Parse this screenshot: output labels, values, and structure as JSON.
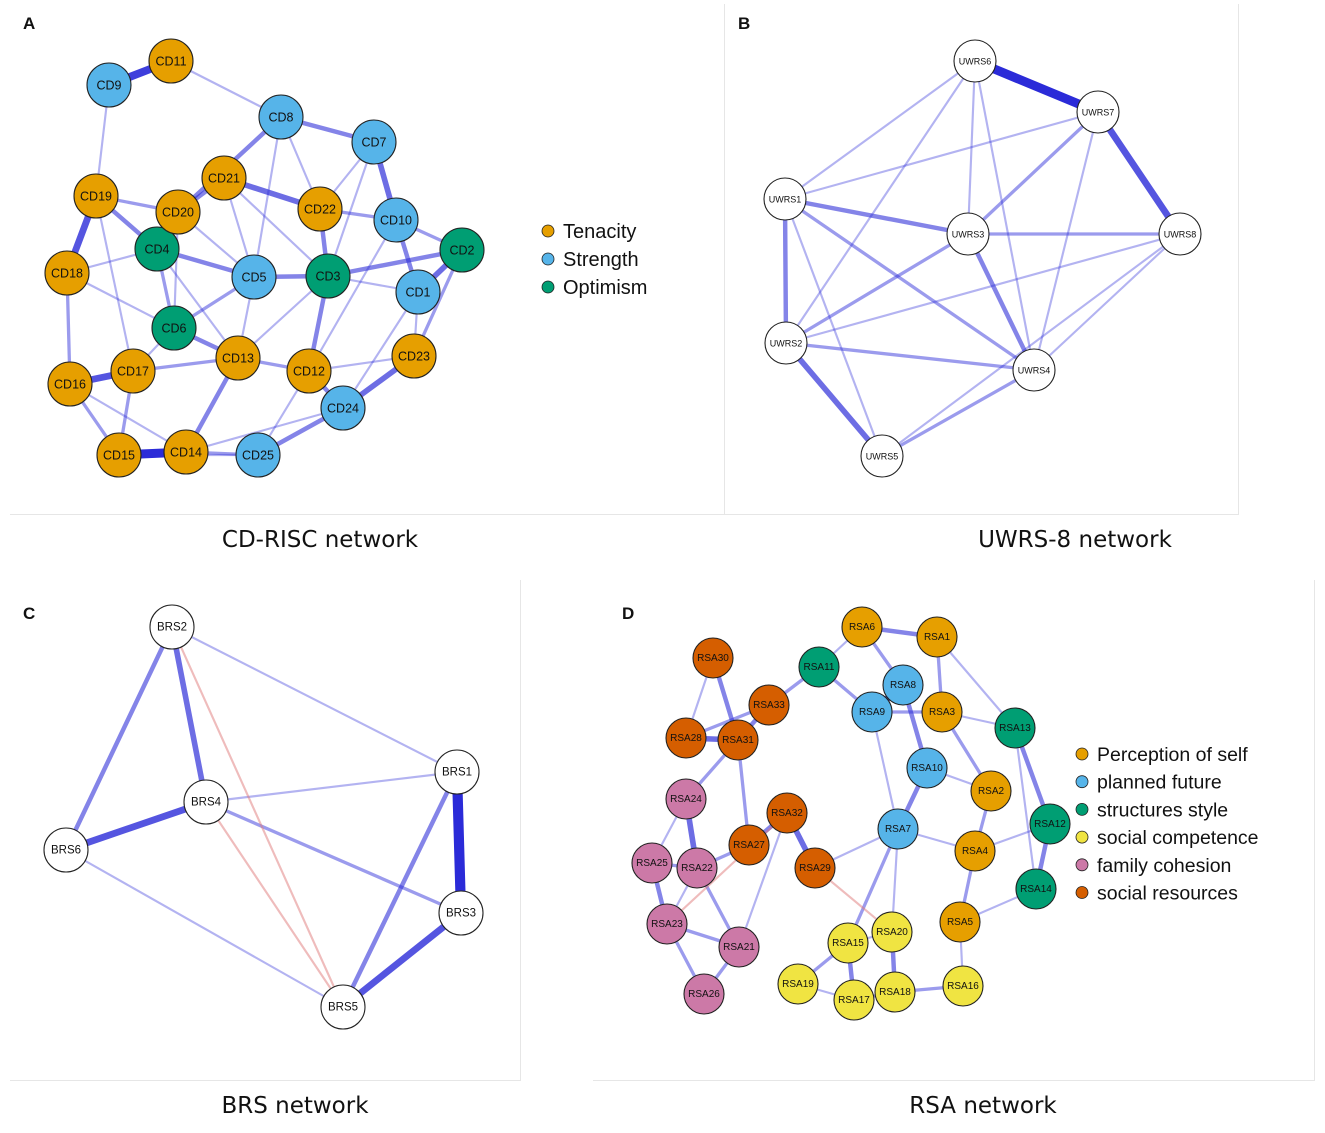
{
  "panels": {
    "A": {
      "letter": "A",
      "caption": "CD-RISC network",
      "legend": [
        {
          "label": "Tenacity",
          "group": "Tenacity"
        },
        {
          "label": "Strength",
          "group": "Strength"
        },
        {
          "label": "Optimism",
          "group": "Optimism"
        }
      ],
      "group_colors": {
        "Tenacity": "#E69F00",
        "Strength": "#56B4E9",
        "Optimism": "#009E73"
      },
      "nodes": [
        {
          "id": "CD1",
          "group": "Strength"
        },
        {
          "id": "CD2",
          "group": "Optimism"
        },
        {
          "id": "CD3",
          "group": "Optimism"
        },
        {
          "id": "CD4",
          "group": "Optimism"
        },
        {
          "id": "CD5",
          "group": "Strength"
        },
        {
          "id": "CD6",
          "group": "Optimism"
        },
        {
          "id": "CD7",
          "group": "Strength"
        },
        {
          "id": "CD8",
          "group": "Strength"
        },
        {
          "id": "CD9",
          "group": "Strength"
        },
        {
          "id": "CD10",
          "group": "Strength"
        },
        {
          "id": "CD11",
          "group": "Tenacity"
        },
        {
          "id": "CD12",
          "group": "Tenacity"
        },
        {
          "id": "CD13",
          "group": "Tenacity"
        },
        {
          "id": "CD14",
          "group": "Tenacity"
        },
        {
          "id": "CD15",
          "group": "Tenacity"
        },
        {
          "id": "CD16",
          "group": "Tenacity"
        },
        {
          "id": "CD17",
          "group": "Tenacity"
        },
        {
          "id": "CD18",
          "group": "Tenacity"
        },
        {
          "id": "CD19",
          "group": "Tenacity"
        },
        {
          "id": "CD20",
          "group": "Tenacity"
        },
        {
          "id": "CD21",
          "group": "Tenacity"
        },
        {
          "id": "CD22",
          "group": "Tenacity"
        },
        {
          "id": "CD23",
          "group": "Tenacity"
        },
        {
          "id": "CD24",
          "group": "Strength"
        },
        {
          "id": "CD25",
          "group": "Strength"
        }
      ],
      "edges": [
        [
          "CD9",
          "CD11",
          6
        ],
        [
          "CD15",
          "CD14",
          7
        ],
        [
          "CD19",
          "CD18",
          5
        ],
        [
          "CD16",
          "CD17",
          5
        ],
        [
          "CD2",
          "CD1",
          4
        ],
        [
          "CD7",
          "CD10",
          4
        ],
        [
          "CD21",
          "CD22",
          4
        ],
        [
          "CD24",
          "CD23",
          4
        ],
        [
          "CD2",
          "CD3",
          3
        ],
        [
          "CD19",
          "CD4",
          3
        ],
        [
          "CD20",
          "CD21",
          3
        ],
        [
          "CD8",
          "CD20",
          3
        ],
        [
          "CD8",
          "CD7",
          3
        ],
        [
          "CD4",
          "CD5",
          3
        ],
        [
          "CD5",
          "CD3",
          3
        ],
        [
          "CD3",
          "CD22",
          3
        ],
        [
          "CD6",
          "CD13",
          3
        ],
        [
          "CD13",
          "CD14",
          3
        ],
        [
          "CD12",
          "CD24",
          3
        ],
        [
          "CD24",
          "CD25",
          3
        ],
        [
          "CD10",
          "CD1",
          3
        ],
        [
          "CD3",
          "CD12",
          3
        ],
        [
          "CD13",
          "CD12",
          2
        ],
        [
          "CD4",
          "CD6",
          2
        ],
        [
          "CD17",
          "CD15",
          2
        ],
        [
          "CD18",
          "CD16",
          2
        ],
        [
          "CD16",
          "CD15",
          2
        ],
        [
          "CD14",
          "CD25",
          2
        ],
        [
          "CD10",
          "CD2",
          2
        ],
        [
          "CD19",
          "CD20",
          2
        ],
        [
          "CD5",
          "CD6",
          2
        ],
        [
          "CD22",
          "CD10",
          2
        ],
        [
          "CD2",
          "CD23",
          2
        ],
        [
          "CD17",
          "CD13",
          2
        ],
        [
          "CD12",
          "CD10",
          1
        ],
        [
          "CD1",
          "CD23",
          1
        ],
        [
          "CD9",
          "CD19",
          1
        ],
        [
          "CD11",
          "CD8",
          1
        ],
        [
          "CD8",
          "CD22",
          1
        ],
        [
          "CD21",
          "CD5",
          1
        ],
        [
          "CD4",
          "CD18",
          1
        ],
        [
          "CD6",
          "CD17",
          1
        ],
        [
          "CD5",
          "CD13",
          1
        ],
        [
          "CD3",
          "CD13",
          1
        ],
        [
          "CD14",
          "CD24",
          1
        ],
        [
          "CD1",
          "CD24",
          1
        ],
        [
          "CD7",
          "CD22",
          1
        ],
        [
          "CD20",
          "CD5",
          1
        ],
        [
          "CD3",
          "CD1",
          1
        ],
        [
          "CD25",
          "CD12",
          1
        ],
        [
          "CD18",
          "CD6",
          1
        ],
        [
          "CD19",
          "CD17",
          1
        ],
        [
          "CD8",
          "CD5",
          1
        ],
        [
          "CD7",
          "CD3",
          1
        ],
        [
          "CD21",
          "CD3",
          1
        ],
        [
          "CD16",
          "CD14",
          1
        ],
        [
          "CD23",
          "CD12",
          1
        ],
        [
          "CD15",
          "CD25",
          1
        ],
        [
          "CD4",
          "CD13",
          1
        ],
        [
          "CD20",
          "CD6",
          1
        ]
      ]
    },
    "B": {
      "letter": "B",
      "caption": "UWRS-8 network",
      "nodes": [
        {
          "id": "UWRS1"
        },
        {
          "id": "UWRS2"
        },
        {
          "id": "UWRS3"
        },
        {
          "id": "UWRS4"
        },
        {
          "id": "UWRS5"
        },
        {
          "id": "UWRS6"
        },
        {
          "id": "UWRS7"
        },
        {
          "id": "UWRS8"
        }
      ],
      "edges": [
        [
          "UWRS6",
          "UWRS7",
          7
        ],
        [
          "UWRS7",
          "UWRS8",
          5
        ],
        [
          "UWRS2",
          "UWRS5",
          4
        ],
        [
          "UWRS1",
          "UWRS3",
          3
        ],
        [
          "UWRS1",
          "UWRS2",
          3
        ],
        [
          "UWRS3",
          "UWRS4",
          3
        ],
        [
          "UWRS3",
          "UWRS8",
          2
        ],
        [
          "UWRS2",
          "UWRS4",
          2
        ],
        [
          "UWRS7",
          "UWRS3",
          2
        ],
        [
          "UWRS1",
          "UWRS4",
          2
        ],
        [
          "UWRS2",
          "UWRS3",
          2
        ],
        [
          "UWRS5",
          "UWRS4",
          2
        ],
        [
          "UWRS7",
          "UWRS4",
          1
        ],
        [
          "UWRS6",
          "UWRS3",
          1
        ],
        [
          "UWRS1",
          "UWRS7",
          1
        ],
        [
          "UWRS6",
          "UWRS2",
          1
        ],
        [
          "UWRS8",
          "UWRS4",
          1
        ],
        [
          "UWRS6",
          "UWRS4",
          1
        ],
        [
          "UWRS8",
          "UWRS5",
          1
        ],
        [
          "UWRS1",
          "UWRS5",
          1
        ],
        [
          "UWRS6",
          "UWRS1",
          1
        ],
        [
          "UWRS8",
          "UWRS2",
          1
        ]
      ]
    },
    "C": {
      "letter": "C",
      "caption": "BRS network",
      "nodes": [
        {
          "id": "BRS1"
        },
        {
          "id": "BRS2"
        },
        {
          "id": "BRS3"
        },
        {
          "id": "BRS4"
        },
        {
          "id": "BRS5"
        },
        {
          "id": "BRS6"
        }
      ],
      "edges": [
        [
          "BRS1",
          "BRS3",
          8
        ],
        [
          "BRS4",
          "BRS6",
          5
        ],
        [
          "BRS2",
          "BRS4",
          4
        ],
        [
          "BRS3",
          "BRS5",
          5
        ],
        [
          "BRS1",
          "BRS5",
          3
        ],
        [
          "BRS2",
          "BRS6",
          3
        ],
        [
          "BRS4",
          "BRS3",
          2
        ],
        [
          "BRS2",
          "BRS1",
          1
        ],
        [
          "BRS4",
          "BRS1",
          1
        ],
        [
          "BRS6",
          "BRS5",
          1
        ],
        [
          "BRS4",
          "BRS5",
          -1
        ],
        [
          "BRS2",
          "BRS5",
          -1
        ]
      ]
    },
    "D": {
      "letter": "D",
      "caption": "RSA network",
      "legend": [
        {
          "label": "Perception of self",
          "group": "self"
        },
        {
          "label": "planned future",
          "group": "future"
        },
        {
          "label": "structures style",
          "group": "style"
        },
        {
          "label": "social competence",
          "group": "competence"
        },
        {
          "label": "family cohesion",
          "group": "family"
        },
        {
          "label": "social resources",
          "group": "resources"
        }
      ],
      "group_colors": {
        "self": "#E69F00",
        "future": "#56B4E9",
        "style": "#009E73",
        "competence": "#F0E442",
        "family": "#CC79A7",
        "resources": "#D55E00"
      },
      "nodes": [
        {
          "id": "RSA1",
          "group": "self"
        },
        {
          "id": "RSA2",
          "group": "self"
        },
        {
          "id": "RSA3",
          "group": "self"
        },
        {
          "id": "RSA4",
          "group": "self"
        },
        {
          "id": "RSA5",
          "group": "self"
        },
        {
          "id": "RSA6",
          "group": "self"
        },
        {
          "id": "RSA7",
          "group": "future"
        },
        {
          "id": "RSA8",
          "group": "future"
        },
        {
          "id": "RSA9",
          "group": "future"
        },
        {
          "id": "RSA10",
          "group": "future"
        },
        {
          "id": "RSA11",
          "group": "style"
        },
        {
          "id": "RSA12",
          "group": "style"
        },
        {
          "id": "RSA13",
          "group": "style"
        },
        {
          "id": "RSA14",
          "group": "style"
        },
        {
          "id": "RSA15",
          "group": "competence"
        },
        {
          "id": "RSA16",
          "group": "competence"
        },
        {
          "id": "RSA17",
          "group": "competence"
        },
        {
          "id": "RSA18",
          "group": "competence"
        },
        {
          "id": "RSA19",
          "group": "competence"
        },
        {
          "id": "RSA20",
          "group": "competence"
        },
        {
          "id": "RSA21",
          "group": "family"
        },
        {
          "id": "RSA22",
          "group": "family"
        },
        {
          "id": "RSA23",
          "group": "family"
        },
        {
          "id": "RSA24",
          "group": "family"
        },
        {
          "id": "RSA25",
          "group": "family"
        },
        {
          "id": "RSA26",
          "group": "family"
        },
        {
          "id": "RSA27",
          "group": "resources"
        },
        {
          "id": "RSA28",
          "group": "resources"
        },
        {
          "id": "RSA29",
          "group": "resources"
        },
        {
          "id": "RSA30",
          "group": "resources"
        },
        {
          "id": "RSA31",
          "group": "resources"
        },
        {
          "id": "RSA32",
          "group": "resources"
        },
        {
          "id": "RSA33",
          "group": "resources"
        }
      ],
      "edges": [
        [
          "RSA8",
          "RSA9",
          5
        ],
        [
          "RSA28",
          "RSA31",
          4
        ],
        [
          "RSA32",
          "RSA29",
          4
        ],
        [
          "RSA24",
          "RSA22",
          4
        ],
        [
          "RSA25",
          "RSA23",
          3
        ],
        [
          "RSA30",
          "RSA31",
          3
        ],
        [
          "RSA33",
          "RSA31",
          3
        ],
        [
          "RSA32",
          "RSA27",
          3
        ],
        [
          "RSA6",
          "RSA1",
          3
        ],
        [
          "RSA13",
          "RSA12",
          3
        ],
        [
          "RSA12",
          "RSA14",
          3
        ],
        [
          "RSA20",
          "RSA18",
          3
        ],
        [
          "RSA15",
          "RSA17",
          3
        ],
        [
          "RSA10",
          "RSA7",
          3
        ],
        [
          "RSA8",
          "RSA10",
          3
        ],
        [
          "RSA9",
          "RSA3",
          2
        ],
        [
          "RSA11",
          "RSA9",
          2
        ],
        [
          "RSA6",
          "RSA8",
          2
        ],
        [
          "RSA1",
          "RSA3",
          2
        ],
        [
          "RSA2",
          "RSA4",
          2
        ],
        [
          "RSA4",
          "RSA5",
          2
        ],
        [
          "RSA7",
          "RSA15",
          2
        ],
        [
          "RSA21",
          "RSA26",
          2
        ],
        [
          "RSA22",
          "RSA21",
          2
        ],
        [
          "RSA25",
          "RSA22",
          2
        ],
        [
          "RSA23",
          "RSA21",
          2
        ],
        [
          "RSA23",
          "RSA26",
          2
        ],
        [
          "RSA31",
          "RSA27",
          2
        ],
        [
          "RSA29",
          "RSA7",
          1
        ],
        [
          "RSA24",
          "RSA31",
          2
        ],
        [
          "RSA17",
          "RSA18",
          2
        ],
        [
          "RSA19",
          "RSA15",
          2
        ],
        [
          "RSA18",
          "RSA16",
          2
        ],
        [
          "RSA3",
          "RSA2",
          2
        ],
        [
          "RSA11",
          "RSA33",
          2
        ],
        [
          "RSA33",
          "RSA28",
          2
        ],
        [
          "RSA3",
          "RSA13",
          1
        ],
        [
          "RSA14",
          "RSA5",
          1
        ],
        [
          "RSA12",
          "RSA4",
          1
        ],
        [
          "RSA7",
          "RSA4",
          1
        ],
        [
          "RSA27",
          "RSA22",
          2
        ],
        [
          "RSA25",
          "RSA24",
          1
        ],
        [
          "RSA21",
          "RSA32",
          1
        ],
        [
          "RSA10",
          "RSA2",
          1
        ],
        [
          "RSA1",
          "RSA13",
          1
        ],
        [
          "RSA11",
          "RSA6",
          1
        ],
        [
          "RSA20",
          "RSA15",
          1
        ],
        [
          "RSA19",
          "RSA17",
          1
        ],
        [
          "RSA5",
          "RSA16",
          1
        ],
        [
          "RSA7",
          "RSA20",
          1
        ],
        [
          "RSA9",
          "RSA7",
          1
        ],
        [
          "RSA22",
          "RSA23",
          1
        ],
        [
          "RSA13",
          "RSA14",
          1
        ],
        [
          "RSA30",
          "RSA28",
          1
        ],
        [
          "RSA29",
          "RSA20",
          -1
        ],
        [
          "RSA32",
          "RSA23",
          -1
        ]
      ]
    }
  }
}
